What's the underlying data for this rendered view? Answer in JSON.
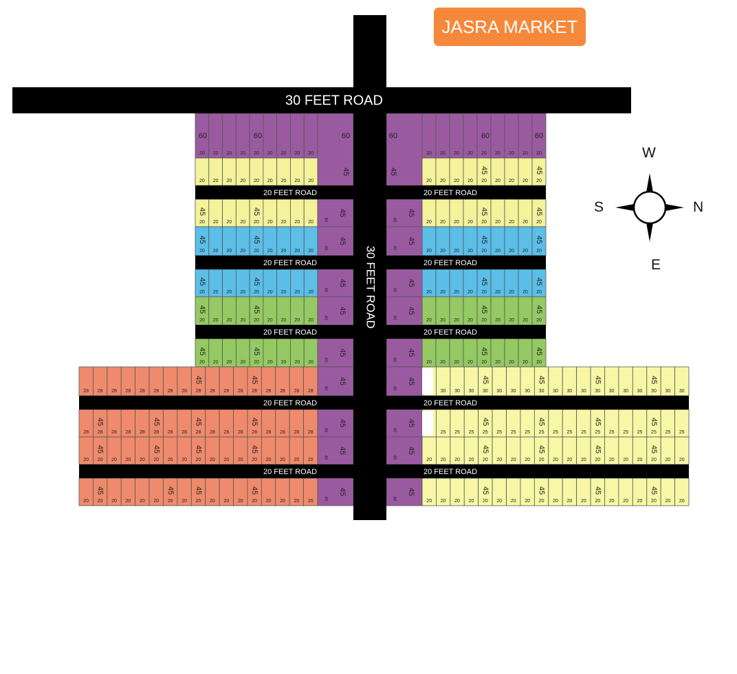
{
  "badge": {
    "label": "JASRA MARKET",
    "color": "#f5883a"
  },
  "roads": {
    "main_horizontal": "30 FEET ROAD",
    "main_vertical": "30 FEET ROAD",
    "sub_road": "20 FEET ROAD",
    "sub_road_variant": "20 FEET ROAD"
  },
  "compass": {
    "north": "N",
    "south": "S",
    "east": "E",
    "west": "W"
  },
  "colors": {
    "road": "#000000",
    "purple": "#9a5aa0",
    "yellow": "#f4f29a",
    "blue": "#5bbfe8",
    "green": "#95c963",
    "orange": "#ef8a6c",
    "pale_yellow": "#f7f7a6",
    "grid_line": "#555555"
  },
  "plot_labels": {
    "width": "20",
    "depth_45": "45",
    "depth_60": "60",
    "depth_40": "40",
    "alt_28": "28",
    "alt_30": "30",
    "alt_25": "25"
  }
}
